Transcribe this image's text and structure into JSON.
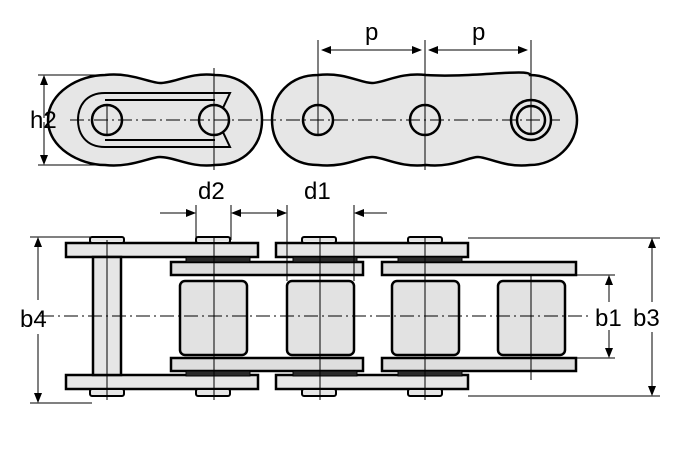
{
  "labels": {
    "pitch_left": "p",
    "pitch_right": "p",
    "plate_height": "h2",
    "pin_diameter": "d2",
    "roller_diameter": "d1",
    "pin_length": "b4",
    "inner_width": "b1",
    "inner_plate_outer_width": "b3"
  },
  "colors": {
    "plate_fill": "#e6e6e6",
    "roller_fill": "#e2e2e2",
    "line": "#000000"
  }
}
